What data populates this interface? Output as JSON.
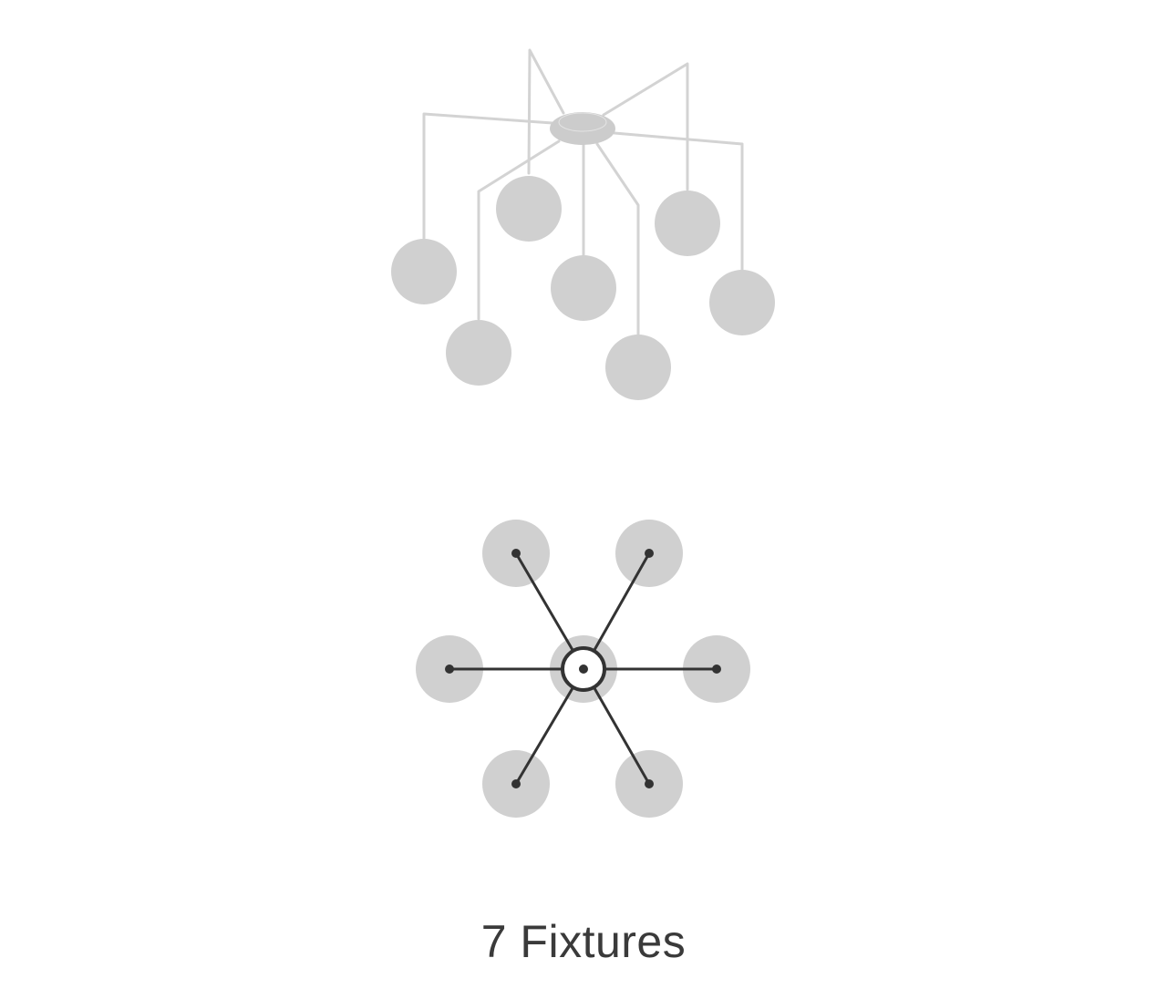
{
  "caption": "7 Fixtures",
  "fixture_count": 7,
  "colors": {
    "globe": "#d0d0d0",
    "rod_light": "#d3d3d3",
    "canopy": "#cccccc",
    "plan_line": "#333333",
    "caption_text": "#3a3a3a"
  },
  "views": {
    "perspective": {
      "description_shown": false
    },
    "plan": {
      "arms": 6
    }
  }
}
